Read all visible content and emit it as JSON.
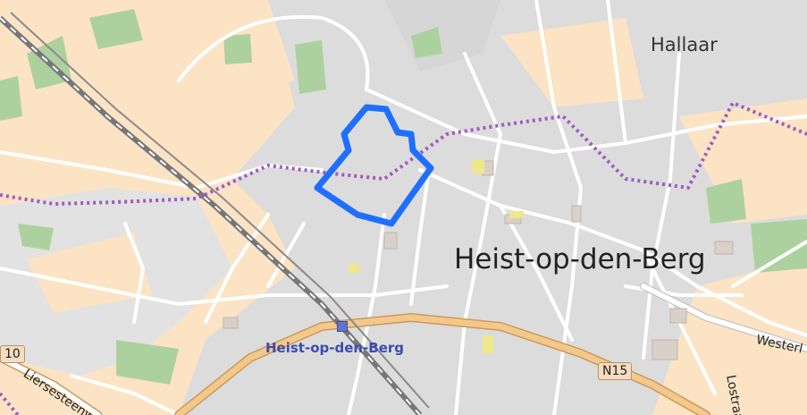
{
  "map": {
    "places": {
      "hallaar": "Hallaar",
      "heist": "Heist-op-den-Berg"
    },
    "station": "Heist-op-den-Berg",
    "roads": {
      "n15": "N15",
      "n10": "10"
    },
    "streets": {
      "liersesteenweg": "Liersesteenweg",
      "westerlo": "Westerl",
      "lostraat": "Lostraat"
    },
    "colors": {
      "land": "#f2efe9",
      "farmland": "#fbe3c4",
      "residential": "#dedede",
      "forest": "#add19e",
      "railway": "#888888",
      "road_primary": "#f4c88b",
      "boundary": "#a05bbf",
      "highlight": "#1f6fff"
    }
  }
}
